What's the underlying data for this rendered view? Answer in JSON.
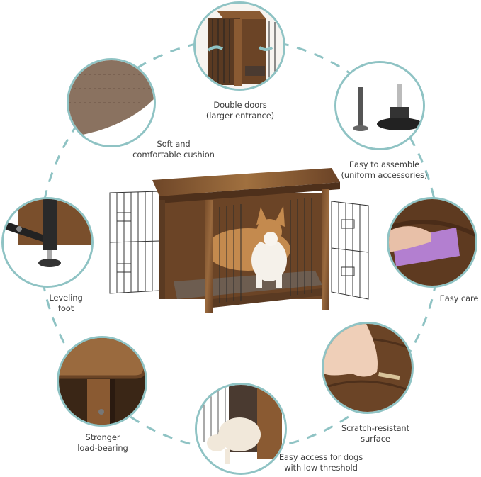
{
  "theme": {
    "ring_color": "#8fc3c4",
    "text_color": "#3c3c3c",
    "wood_dark": "#5a3a22",
    "wood_mid": "#8a5a32",
    "wood_light": "#a8754a",
    "cushion_color": "#8a7260",
    "towel_color": "#b37fd0"
  },
  "center": {
    "product": "wooden-dog-crate-with-double-doors",
    "subject": "corgi"
  },
  "features": [
    {
      "id": "double-doors",
      "icon": "double-door-crate-icon",
      "lines": [
        "Double doors",
        "(larger entrance)"
      ]
    },
    {
      "id": "cushion",
      "icon": "cushion-icon",
      "lines": [
        "Soft and",
        "comfortable cushion"
      ]
    },
    {
      "id": "assemble",
      "icon": "screw-and-foot-icon",
      "lines": [
        "Easy to assemble",
        "(uniform accessories)"
      ]
    },
    {
      "id": "leveling-foot",
      "icon": "leveling-foot-icon",
      "lines": [
        "Leveling",
        "foot"
      ]
    },
    {
      "id": "easy-care",
      "icon": "cleaning-towel-icon",
      "lines": [
        "Easy care"
      ]
    },
    {
      "id": "load-bearing",
      "icon": "wood-corner-icon",
      "lines": [
        "Stronger",
        "load-bearing"
      ]
    },
    {
      "id": "scratch",
      "icon": "key-scratch-icon",
      "lines": [
        "Scratch-resistant",
        "surface"
      ]
    },
    {
      "id": "easy-access",
      "icon": "dog-entering-icon",
      "lines": [
        "Easy access for dogs",
        "with low threshold"
      ]
    }
  ]
}
